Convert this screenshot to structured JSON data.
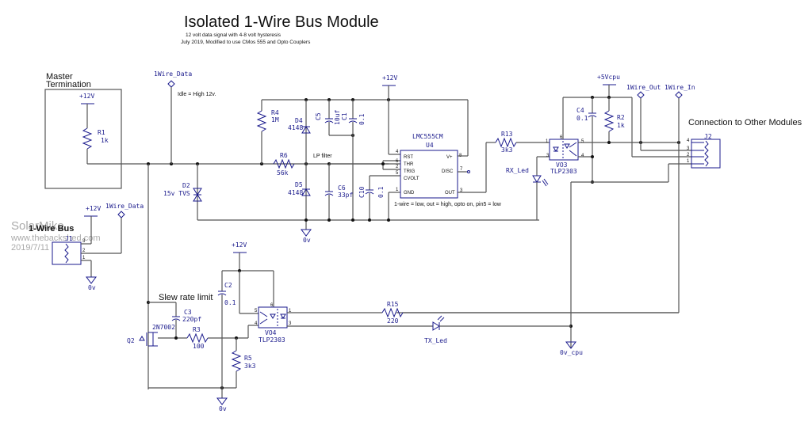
{
  "header": {
    "title": "Isolated 1-Wire Bus Module",
    "subtitle1": "12 volt data signal with 4-8 volt hysteresis",
    "subtitle2": "July 2019, Modified to use CMos 555 and Opto Couplers"
  },
  "watermark": {
    "line1": "SolarMike",
    "line2": "www.thebackshed.com",
    "line3": "2019/7/11"
  },
  "labels": {
    "master_termination_1": "Master",
    "master_termination_2": "Termination",
    "idle_note": "Idle = High 12v.",
    "lp_filter": "LP filter",
    "logic_note": "1-wire = low, out = high, opto on, pin5 = low",
    "connection_note": "Connection to Other Modules",
    "bus_title": "1-Wire Bus",
    "slew_note": "Slew rate limit"
  },
  "nets": {
    "p12v": "+12V",
    "p5vcpu": "+5Vcpu",
    "gnd": "0v",
    "gnd_cpu": "0v_cpu",
    "wire_data": "1Wire_Data",
    "wire_out": "1Wire_Out",
    "wire_in": "1Wire_In"
  },
  "components": {
    "R1": {
      "ref": "R1",
      "value": "1k"
    },
    "R2": {
      "ref": "R2",
      "value": "1k"
    },
    "R3": {
      "ref": "R3",
      "value": "100"
    },
    "R4": {
      "ref": "R4",
      "value": "1M"
    },
    "R5": {
      "ref": "R5",
      "value": "3k3"
    },
    "R6": {
      "ref": "R6",
      "value": "56k"
    },
    "R13": {
      "ref": "R13",
      "value": "3k3"
    },
    "R15": {
      "ref": "R15",
      "value": "220"
    },
    "C1": {
      "ref": "C1",
      "value": "0.1"
    },
    "C2": {
      "ref": "C2",
      "value": "0.1"
    },
    "C3": {
      "ref": "C3",
      "value": "220pf"
    },
    "C4": {
      "ref": "C4",
      "value": "0.1"
    },
    "C5": {
      "ref": "C5",
      "value": "10uf"
    },
    "C6": {
      "ref": "C6",
      "value": "33pf"
    },
    "C10": {
      "ref": "C10",
      "value": "0.1"
    },
    "D2": {
      "ref": "D2",
      "value": "15v TVS"
    },
    "D4": {
      "ref": "D4",
      "value": "4148"
    },
    "D5": {
      "ref": "D5",
      "value": "4148"
    },
    "Q2": {
      "ref": "Q2",
      "value": "2N7002"
    },
    "U4": {
      "ref": "U4",
      "value": "LMC555CM"
    },
    "VO3": {
      "ref": "VO3",
      "value": "TLP2303"
    },
    "VO4": {
      "ref": "VO4",
      "value": "TLP2303"
    },
    "J1": {
      "ref": "J1"
    },
    "J2": {
      "ref": "J2"
    },
    "RX_LED": {
      "ref": "RX_Led"
    },
    "TX_LED": {
      "ref": "TX_Led"
    }
  },
  "u4_pins": {
    "rst": "RST",
    "thr": "THR",
    "trig": "TRIG",
    "cvolt": "CVOLT",
    "gnd": "GND",
    "vplus": "V+",
    "disc": "DISC",
    "out": "OUT",
    "n4": "4",
    "n6": "6",
    "n2": "2",
    "n5": "5",
    "n1": "1",
    "n8": "8",
    "n7": "7",
    "n3": "3"
  },
  "pin_numbers": {
    "p1": "1",
    "p2": "2",
    "p3": "3",
    "p4": "4",
    "p5": "5",
    "p6": "6"
  }
}
